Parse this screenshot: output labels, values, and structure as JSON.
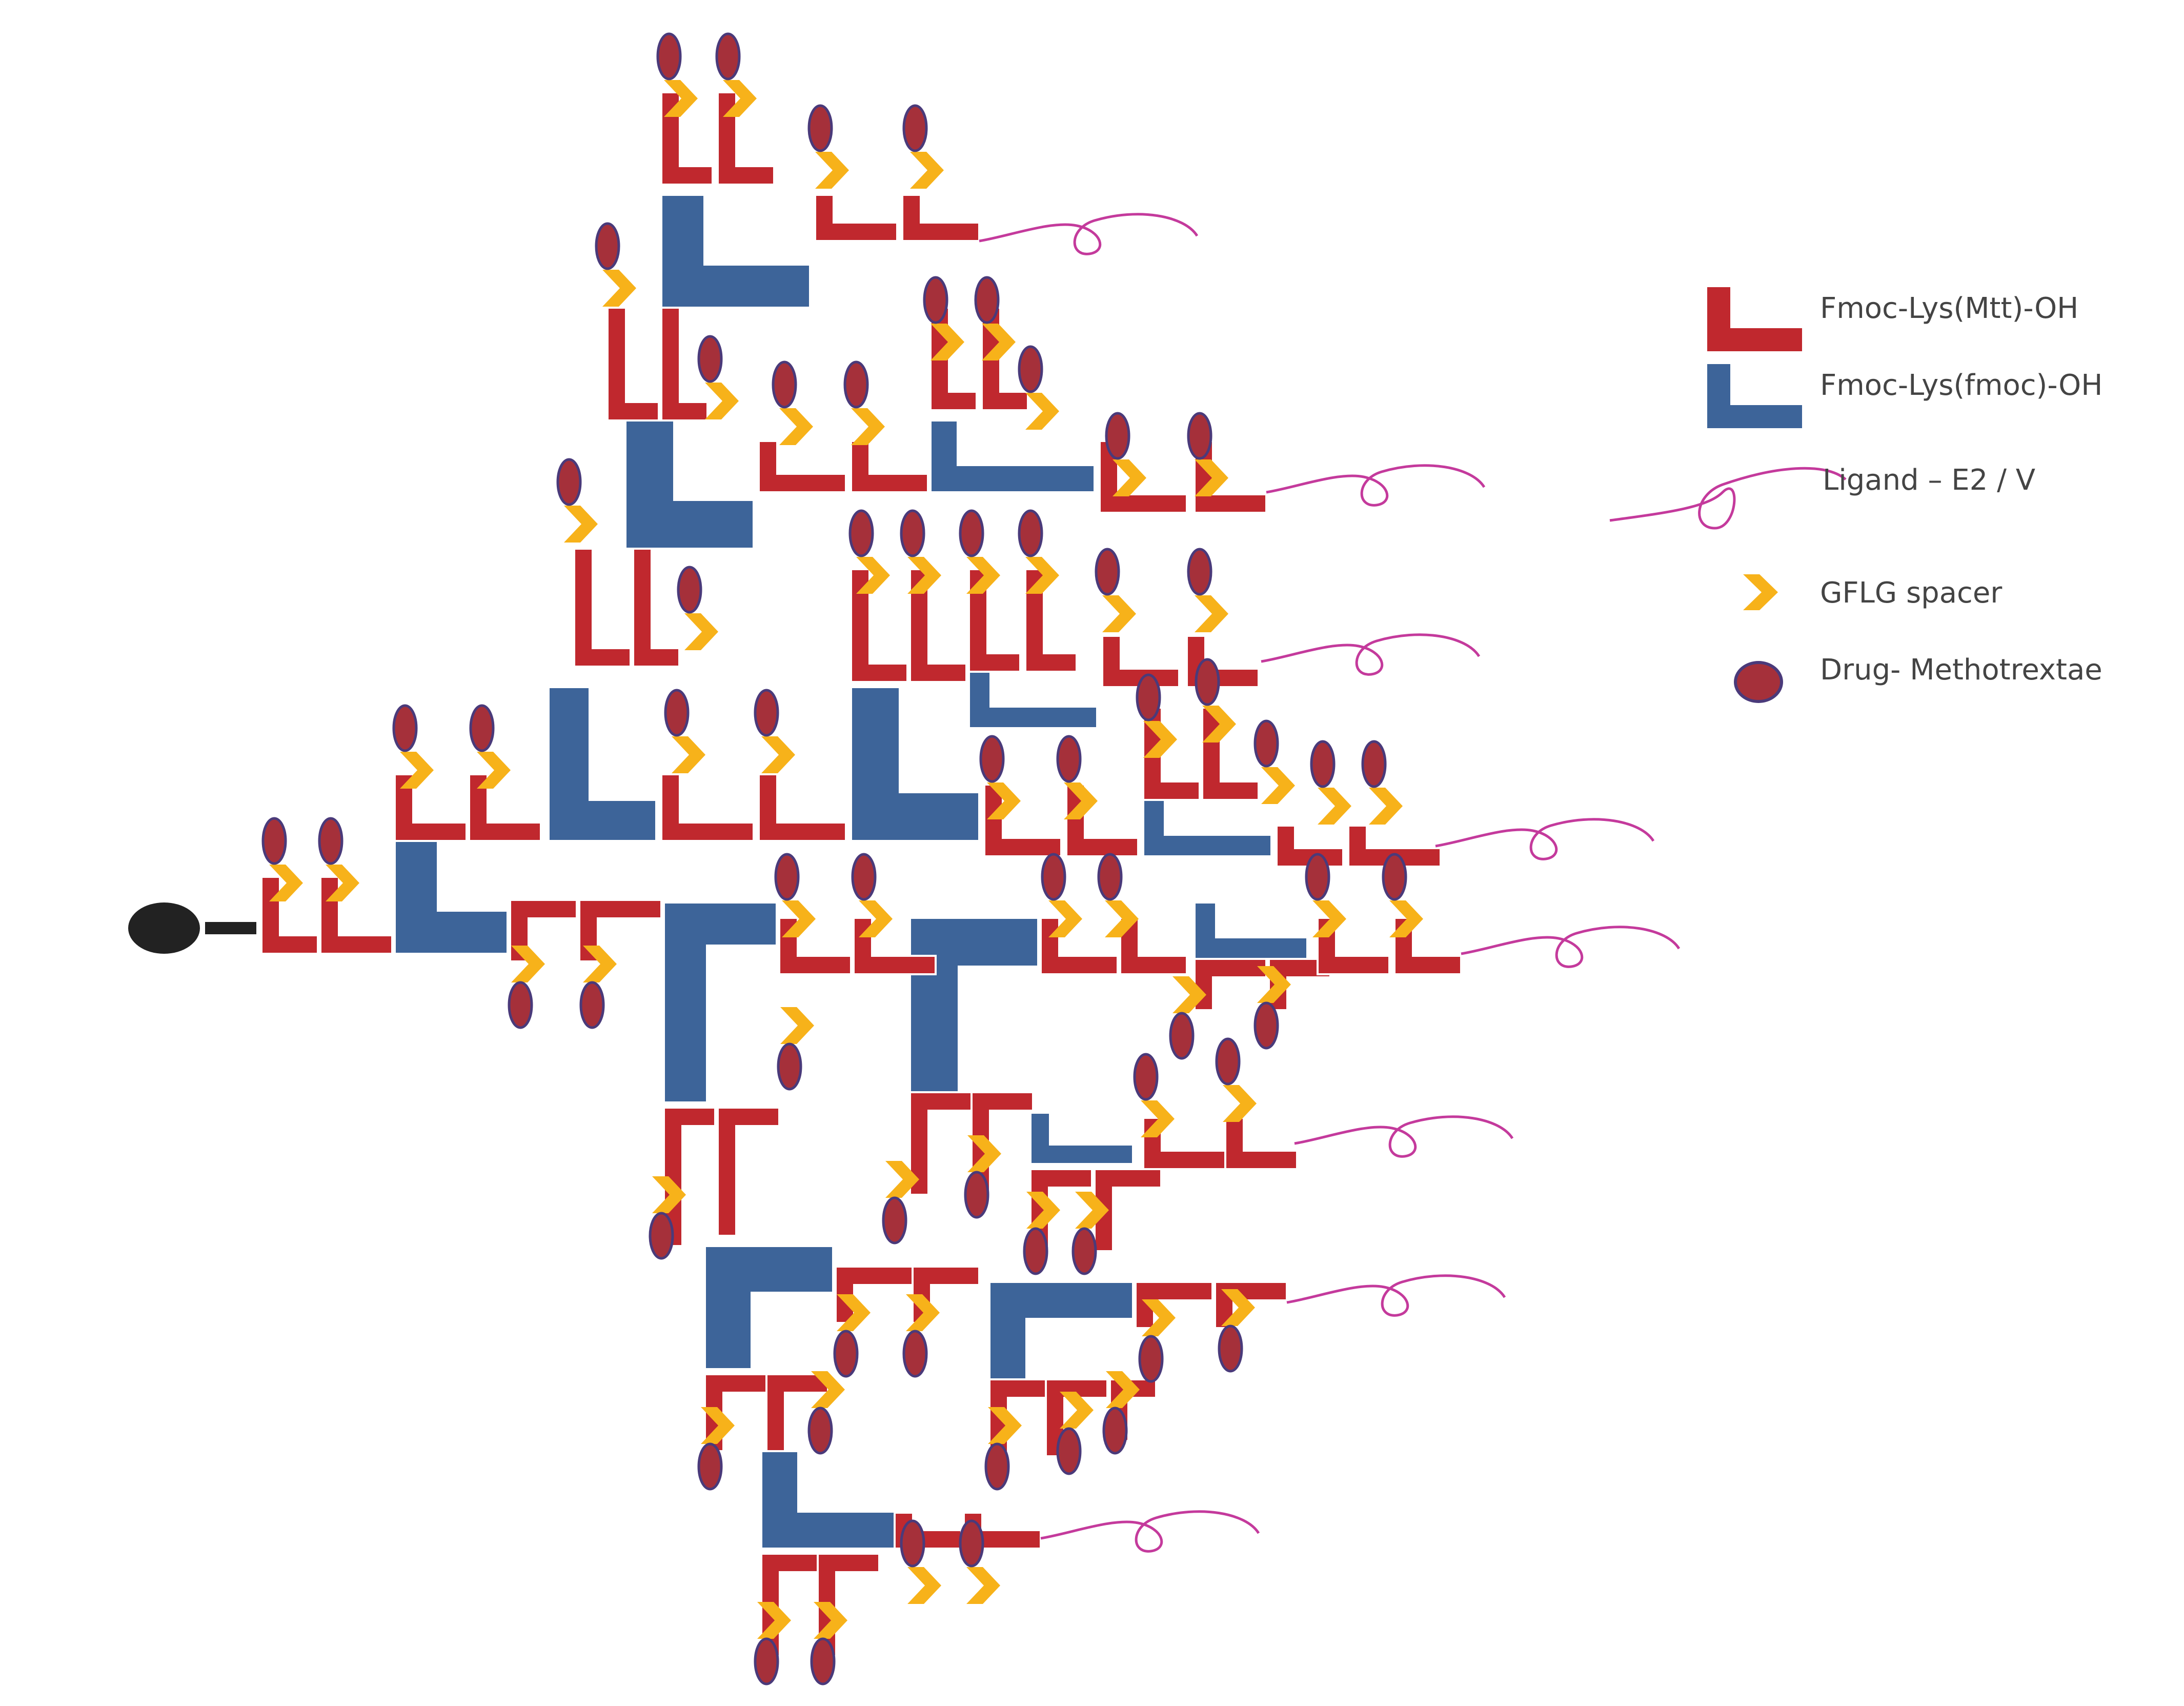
{
  "legend": {
    "items": [
      {
        "label": "Fmoc-Lys(Mtt)-OH",
        "symbol": "red-block-icon",
        "color": "#c0282e"
      },
      {
        "label": "Fmoc-Lys(fmoc)-OH",
        "symbol": "blue-block-icon",
        "color": "#3d6499"
      },
      {
        "label": "Ligand – E2 / V",
        "symbol": "ligand-squiggle-icon",
        "color": "#c43a9c"
      },
      {
        "label": "GFLG spacer",
        "symbol": "chevron-spacer-icon",
        "color": "#f7b21a"
      },
      {
        "label": "Drug- Methotrextae",
        "symbol": "drug-oval-icon",
        "color": "#a5303a"
      }
    ]
  },
  "colors": {
    "mtt": "#c0282e",
    "fmoc": "#3d6499",
    "ligand": "#c43a9c",
    "spacer": "#f7b21a",
    "drug": "#a5303a",
    "drug_outline": "#4a3a7a",
    "resin": "#222222"
  }
}
